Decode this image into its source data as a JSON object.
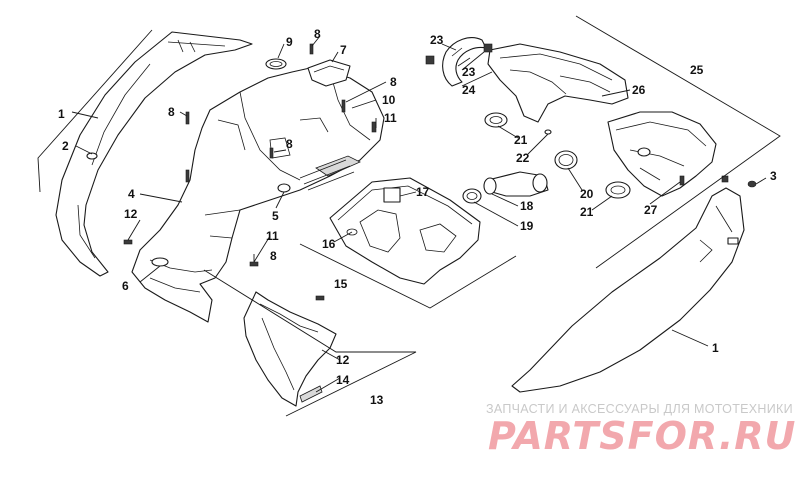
{
  "callouts": {
    "c1a": "1",
    "c1b": "1",
    "c2": "2",
    "c3": "3",
    "c4": "4",
    "c5": "5",
    "c6": "6",
    "c7": "7",
    "c8a": "8",
    "c8b": "8",
    "c8c": "8",
    "c8d": "8",
    "c8e": "8",
    "c9": "9",
    "c10": "10",
    "c11a": "11",
    "c11b": "11",
    "c12a": "12",
    "c12b": "12",
    "c13": "13",
    "c14": "14",
    "c15": "15",
    "c16": "16",
    "c17": "17",
    "c18": "18",
    "c19": "19",
    "c20": "20",
    "c21a": "21",
    "c21b": "21",
    "c22": "22",
    "c23a": "23",
    "c23b": "23",
    "c24": "24",
    "c25": "25",
    "c26": "26",
    "c27": "27"
  },
  "watermark": {
    "tagline": "ЗАПЧАСТИ И АКСЕССУАРЫ ДЛЯ МОТОТЕХНИКИ",
    "brand": "PARTSFOR.RU"
  }
}
